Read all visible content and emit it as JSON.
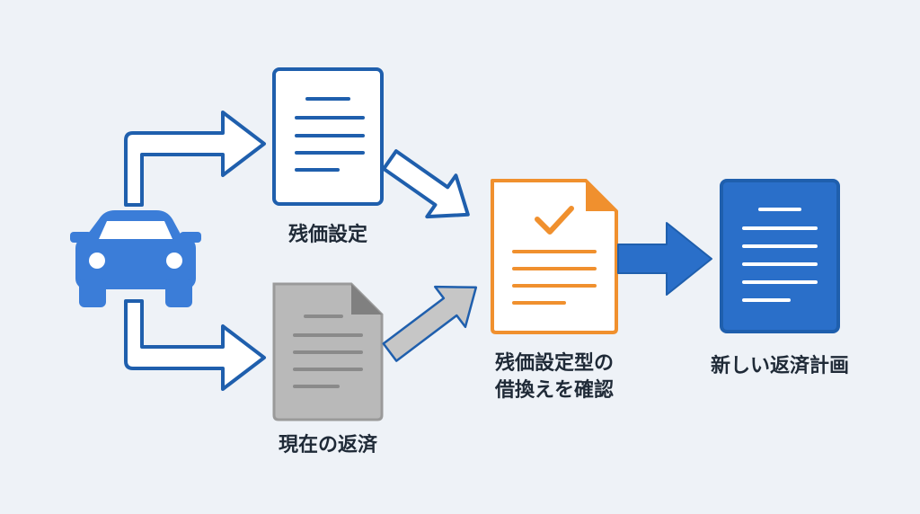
{
  "nodes": {
    "residual": {
      "label": "残価設定"
    },
    "current": {
      "label": "現在の返済"
    },
    "refinance": {
      "label_line1": "残価設定型の",
      "label_line2": "借換えを確認"
    },
    "new_plan": {
      "label": "新しい返済計画"
    }
  },
  "icons": {
    "vehicle": "car-icon",
    "residual_doc": "document-icon",
    "current_doc": "document-icon",
    "refinance_doc": "document-check-icon",
    "new_plan_doc": "document-icon"
  },
  "colors": {
    "background": "#eef2f7",
    "primary_blue": "#1f5fad",
    "car_blue": "#3b7dd8",
    "filled_doc_blue": "#2a6fc9",
    "orange": "#f0902e",
    "gray_doc": "#b9b9b9",
    "gray_arrow": "#c6c6c6",
    "text": "#1f2a37"
  }
}
